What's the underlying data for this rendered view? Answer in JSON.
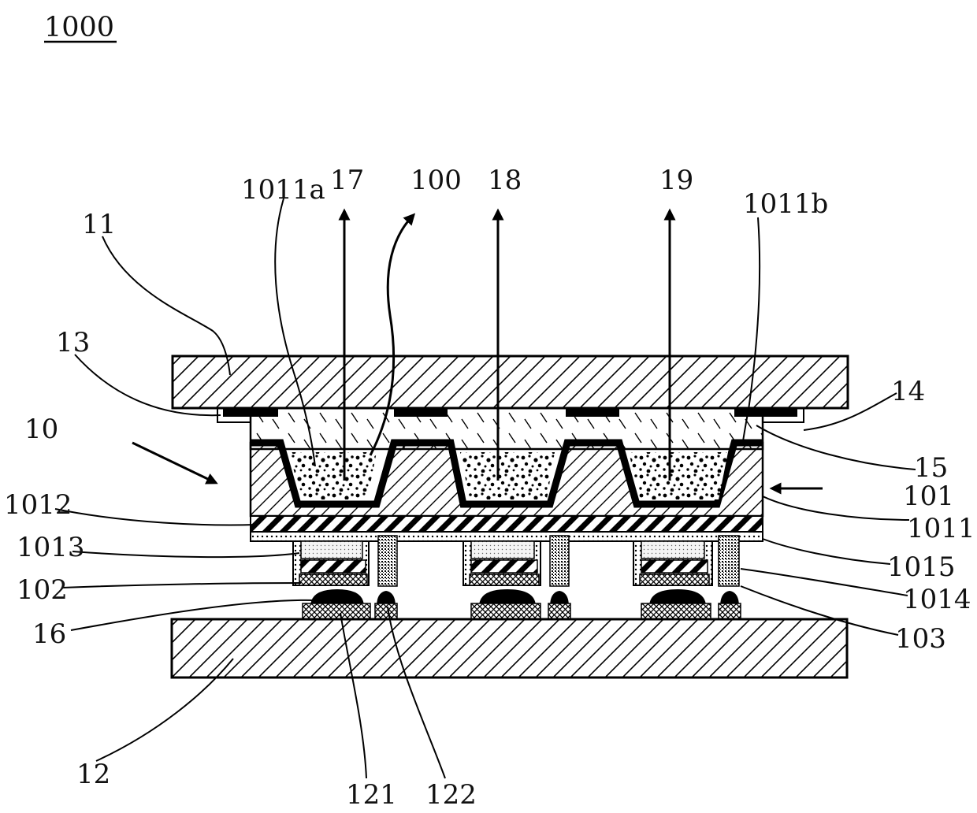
{
  "figure": {
    "number": "1000"
  },
  "labels": {
    "l1011a": "1011a",
    "l17": "17",
    "l100": "100",
    "l18": "18",
    "l19": "19",
    "l1011b": "1011b",
    "l11": "11",
    "l13": "13",
    "l10": "10",
    "l14": "14",
    "l15": "15",
    "l101": "101",
    "l1011": "1011",
    "l1012": "1012",
    "l1013": "1013",
    "l1015": "1015",
    "l102": "102",
    "l1014": "1014",
    "l16": "16",
    "l103": "103",
    "l12": "12",
    "l121": "121",
    "l122": "122"
  }
}
